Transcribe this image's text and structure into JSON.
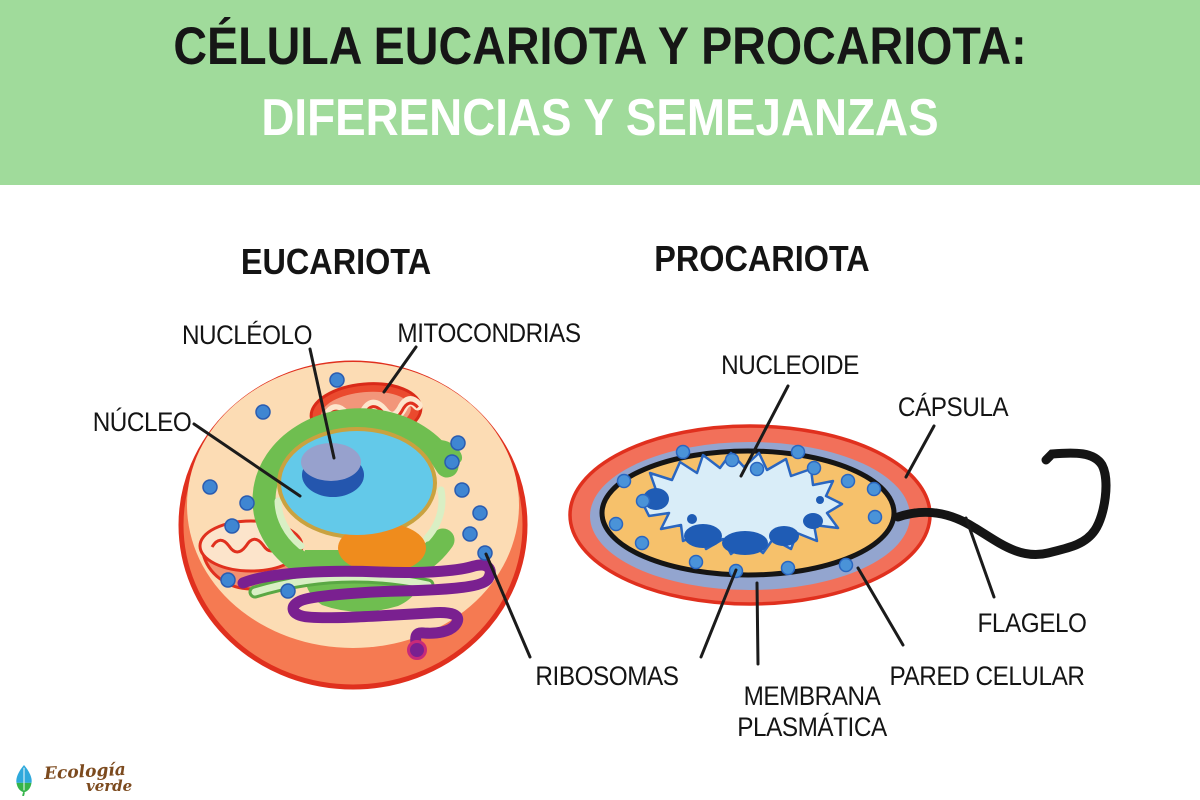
{
  "banner": {
    "title": "CÉLULA EUCARIOTA Y PROCARIOTA:",
    "subtitle": "DIFERENCIAS Y SEMEJANZAS"
  },
  "headings": {
    "eukaryote": "EUCARIOTA",
    "prokaryote": "PROCARIOTA"
  },
  "labels": {
    "nucleolo": "NUCLÉOLO",
    "mitocondrias": "MITOCONDRIAS",
    "nucleo": "NÚCLEO",
    "ribosomas": "RIBOSOMAS",
    "nucleoide": "NUCLEOIDE",
    "capsula": "CÁPSULA",
    "flagelo": "FLAGELO",
    "pared_celular": "PARED CELULAR",
    "membrana_line1": "MEMBRANA",
    "membrana_line2": "PLASMÁTICA"
  },
  "logo": {
    "line1": "Ecología",
    "line2": "verde"
  },
  "colors": {
    "banner_bg": "#a0db9b",
    "banner_title": "#161616",
    "banner_subtitle": "#ffffff",
    "cell_outline_red": "#e0301e",
    "euk_cytoplasm": "#fcdcb4",
    "euk_bottom_band": "#f57a52",
    "nucleus_blue": "#63c9e9",
    "nucleus_ring_olive": "#c9a23f",
    "nucleolus_lavender": "#97a1cd",
    "nucleolus_dark_blue": "#2456ae",
    "er_green": "#6fbe50",
    "er_light_green": "#d9efc4",
    "golgi_purple": "#7a2090",
    "orange_blob": "#ef8c1d",
    "mitochondria_red": "#ea4a2e",
    "prok_capsule_salmon": "#f2705a",
    "prok_wall_bluegray": "#93a5cf",
    "prok_cytoplasm": "#f6c16b",
    "prok_membrane_black": "#151515",
    "nucleoid_light": "#d9edf8",
    "nucleoid_dark": "#1f5cb5",
    "ribosome_blue": "#3f86d2",
    "flagellum_black": "#151515",
    "logo_text_brown": "#7c4a1e",
    "logo_leaf_blue": "#2ea9dc",
    "logo_leaf_green": "#35b44a"
  }
}
